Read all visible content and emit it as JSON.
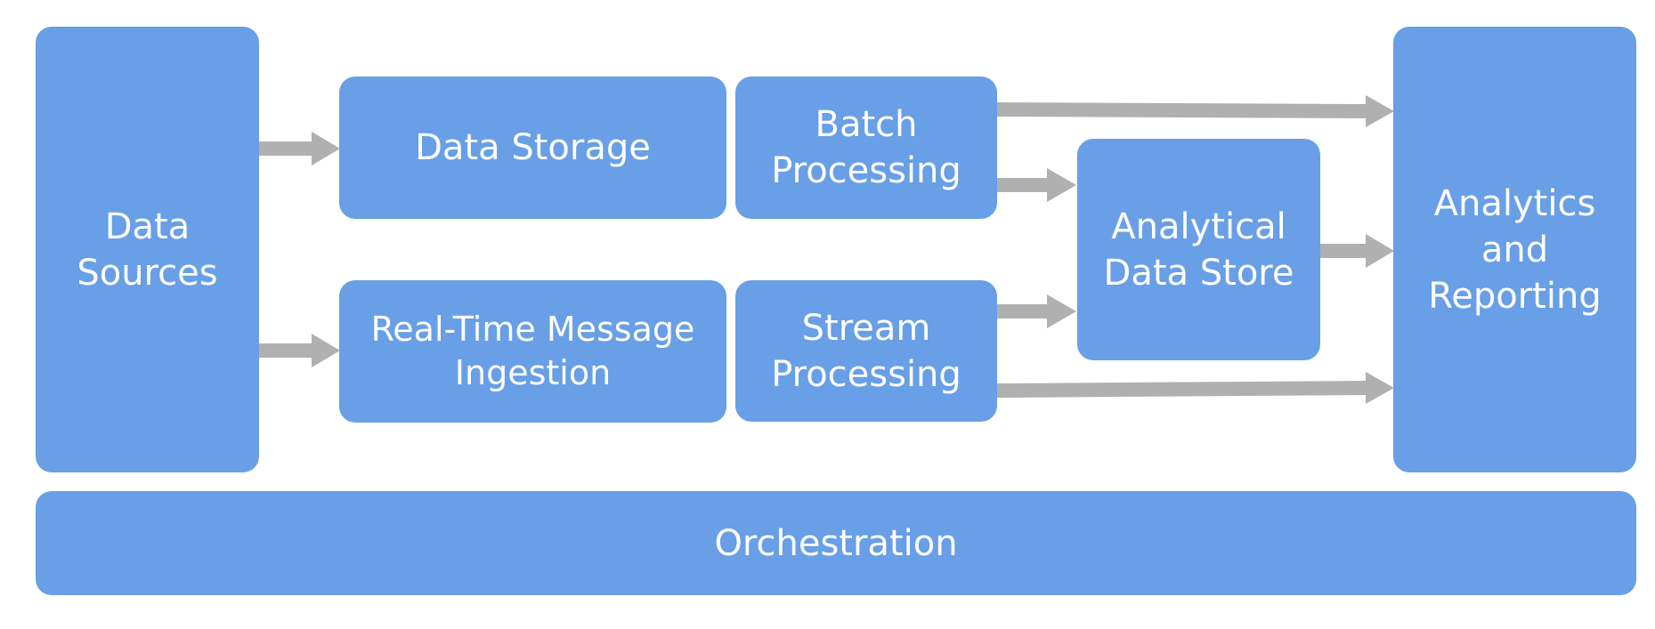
{
  "diagram": {
    "nodes": {
      "data_sources": "Data\nSources",
      "data_storage": "Data Storage",
      "batch_processing": "Batch\nProcessing",
      "realtime_ingestion": "Real-Time Message\nIngestion",
      "stream_processing": "Stream\nProcessing",
      "analytical_store": "Analytical\nData Store",
      "analytics_reporting": "Analytics\nand\nReporting",
      "orchestration": "Orchestration"
    },
    "colors": {
      "box": "#689FE6",
      "arrow": "#B0B0B0",
      "text": "#FFFFFF"
    }
  }
}
